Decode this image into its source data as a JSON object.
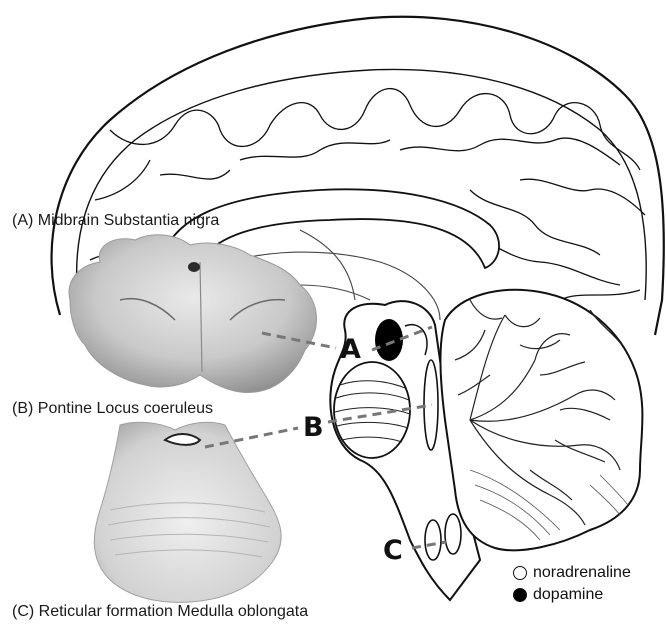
{
  "labels": {
    "a": "(A) Midbrain Substantia nigra",
    "b": "(B) Pontine Locus coeruleus",
    "c": "(C) Reticular formation Medulla oblongata"
  },
  "markers": {
    "a": "A",
    "b": "B",
    "c": "C"
  },
  "legend": [
    {
      "name": "noradrenaline",
      "fill": "#ffffff"
    },
    {
      "name": "dopamine",
      "fill": "#000000"
    }
  ],
  "colors": {
    "line": "#111111",
    "dashed": "#777777",
    "tissue": "#a8a8a8"
  }
}
